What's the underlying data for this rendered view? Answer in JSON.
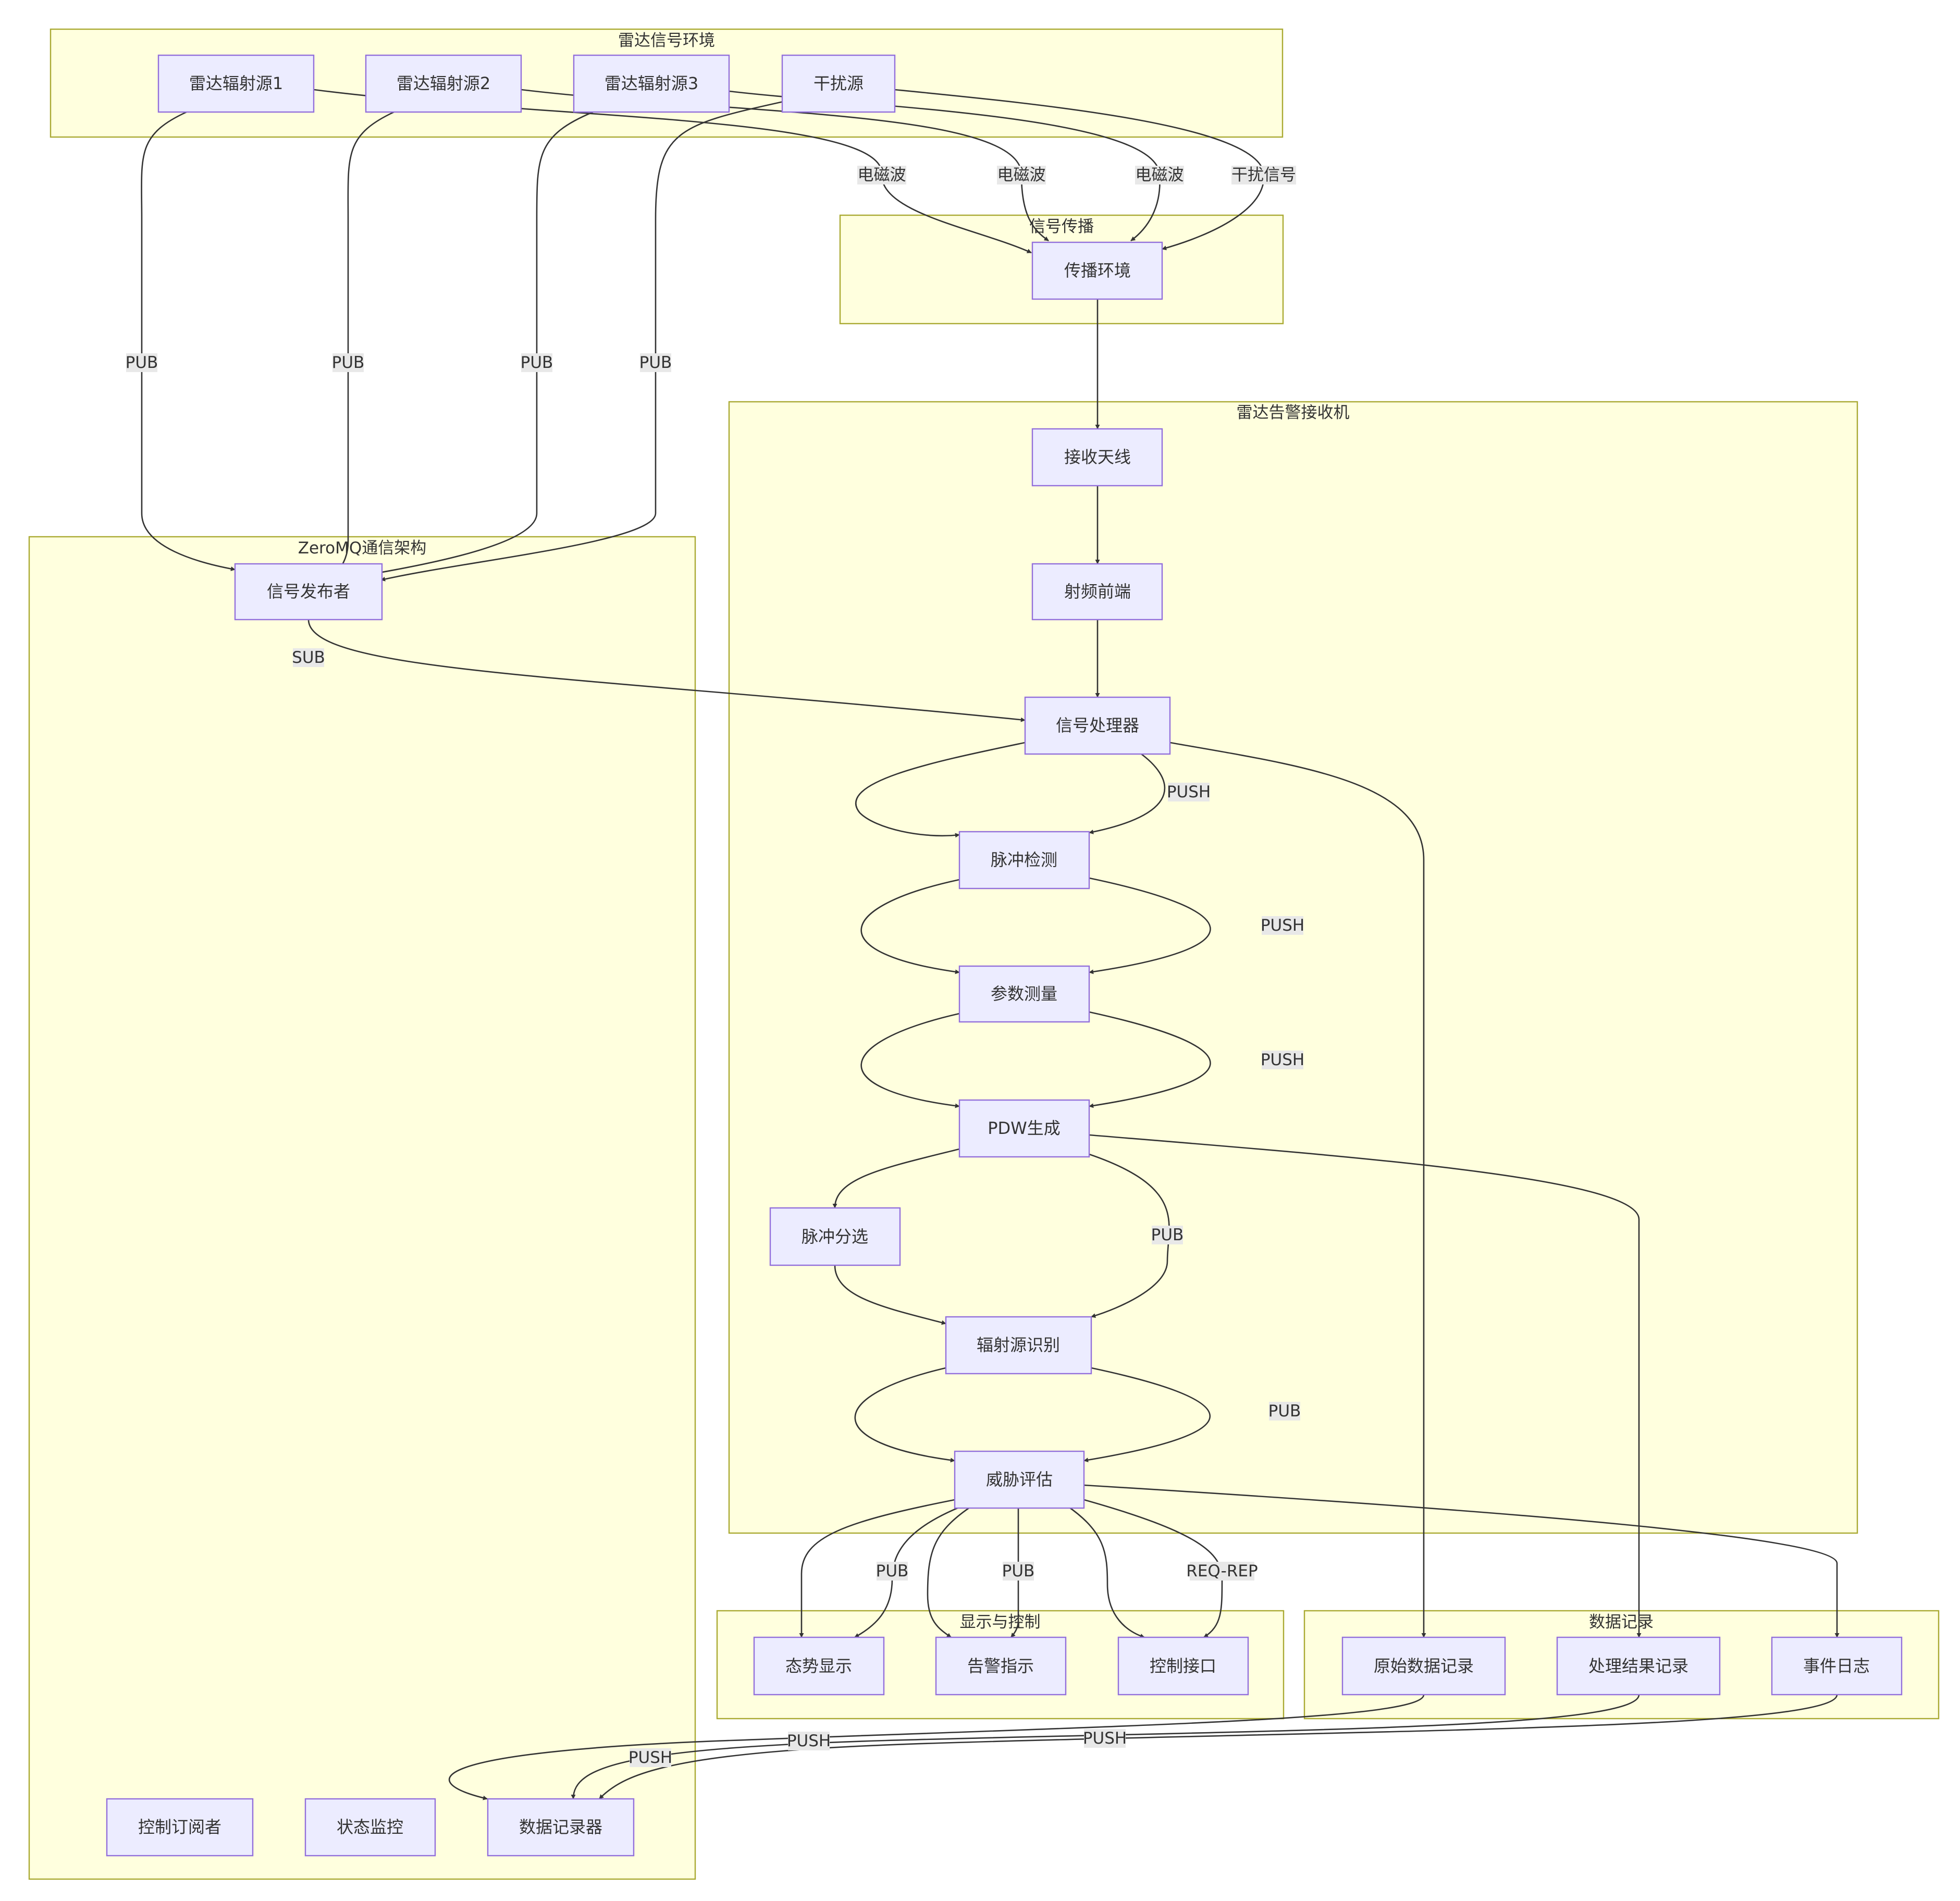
{
  "clusters": {
    "radar_env": "雷达信号环境",
    "propagation": "信号传播",
    "receiver": "雷达告警接收机",
    "zeromq": "ZeroMQ通信架构",
    "display": "显示与控制",
    "recording": "数据记录"
  },
  "nodes": {
    "emitter1": "雷达辐射源1",
    "emitter2": "雷达辐射源2",
    "emitter3": "雷达辐射源3",
    "jammer": "干扰源",
    "prop_env": "传播环境",
    "antenna": "接收天线",
    "rf_frontend": "射频前端",
    "signal_proc": "信号处理器",
    "pulse_detect": "脉冲检测",
    "param_measure": "参数测量",
    "pdw_gen": "PDW生成",
    "pulse_sort": "脉冲分选",
    "emitter_id": "辐射源识别",
    "threat_eval": "威胁评估",
    "situation": "态势显示",
    "alarm": "告警指示",
    "control_if": "控制接口",
    "raw_rec": "原始数据记录",
    "result_rec": "处理结果记录",
    "event_log": "事件日志",
    "publisher": "信号发布者",
    "ctrl_sub": "控制订阅者",
    "status_mon": "状态监控",
    "data_rec": "数据记录器"
  },
  "edge_labels": {
    "wave1": "电磁波",
    "wave2": "电磁波",
    "wave3": "电磁波",
    "jam": "干扰信号",
    "pub_e1": "PUB",
    "pub_e2": "PUB",
    "pub_e3": "PUB",
    "pub_j": "PUB",
    "sub": "SUB",
    "push_proc": "PUSH",
    "push_detect": "PUSH",
    "push_measure": "PUSH",
    "pub_pdw": "PUB",
    "pub_id": "PUB",
    "pub_sit": "PUB",
    "pub_alarm": "PUB",
    "req_rep": "REQ-REP",
    "push_raw": "PUSH",
    "push_result": "PUSH",
    "push_event": "PUSH"
  }
}
